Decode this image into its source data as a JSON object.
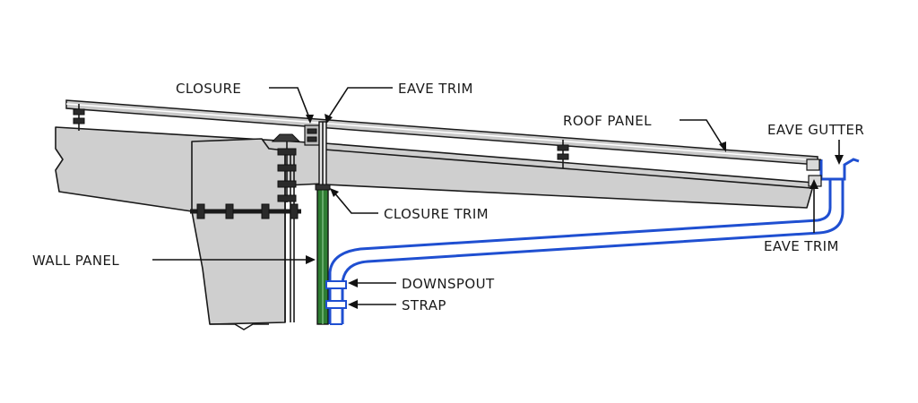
{
  "labels": {
    "closure": "CLOSURE",
    "eave_trim_top": "EAVE TRIM",
    "roof_panel": "ROOF PANEL",
    "eave_gutter": "EAVE GUTTER",
    "closure_trim": "CLOSURE TRIM",
    "eave_trim_right": "EAVE TRIM",
    "wall_panel": "WALL PANEL",
    "downspout": "DOWNSPOUT",
    "strap": "STRAP"
  },
  "colors": {
    "steel_fill": "#cfcfcf",
    "outline": "#1a1a1a",
    "gutter_downspout": "#1f4fd1",
    "wall_panel": "#2e7d32",
    "roof_panel": "#bdbdbd"
  }
}
